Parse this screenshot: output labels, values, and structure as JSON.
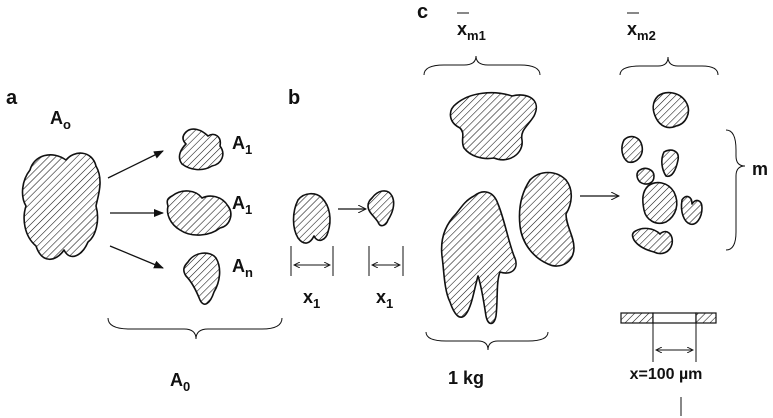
{
  "panels": {
    "a": {
      "letter": "a",
      "source": {
        "base": "A",
        "sub": "o"
      },
      "fragments": [
        {
          "base": "A",
          "sub": "1"
        },
        {
          "base": "A",
          "sub": "1"
        },
        {
          "base": "A",
          "sub": "n"
        }
      ],
      "total": {
        "base": "A",
        "sub": "0"
      }
    },
    "b": {
      "letter": "b",
      "dims": [
        {
          "base": "x",
          "sub": "1"
        },
        {
          "base": "x",
          "sub": "1"
        }
      ]
    },
    "c": {
      "letter": "c",
      "means": [
        {
          "base": "x",
          "sub": "m1"
        },
        {
          "base": "x",
          "sub": "m2"
        }
      ],
      "side_label": "m",
      "mass_label": "1 kg",
      "sieve_label": "x=100 µm"
    }
  }
}
